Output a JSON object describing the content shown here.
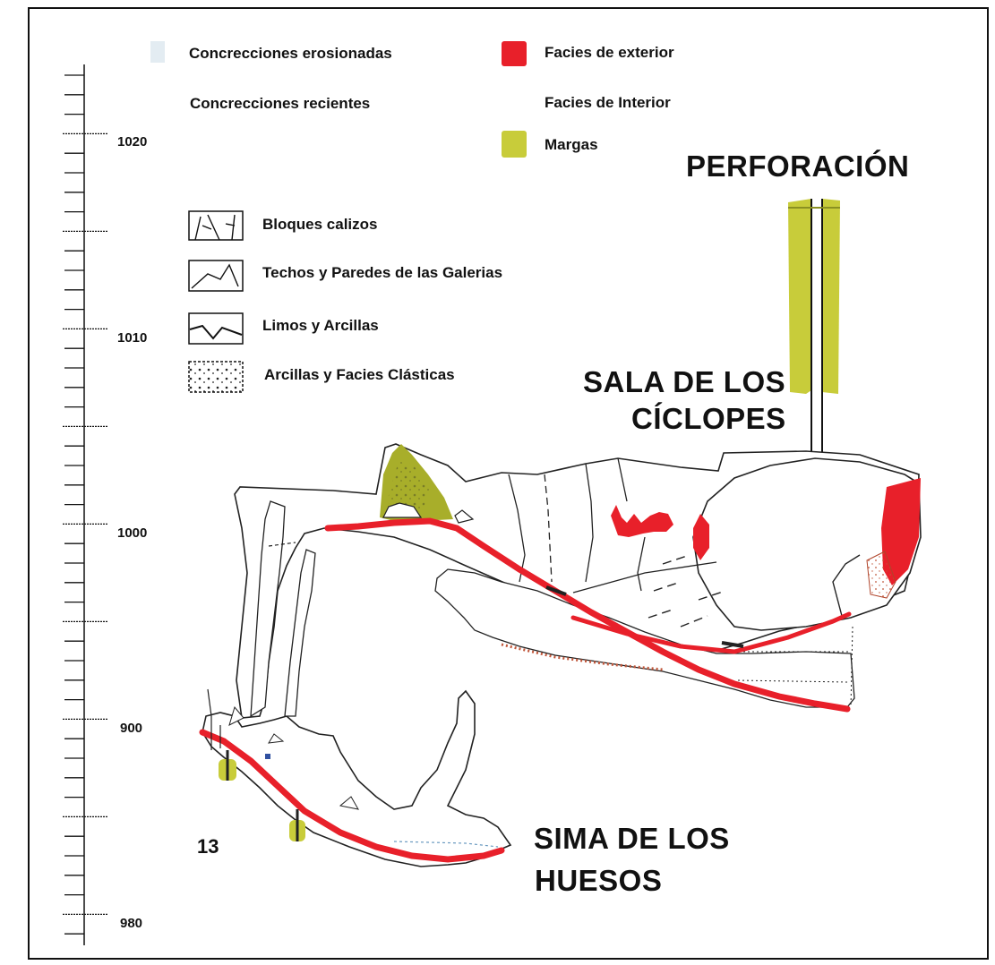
{
  "legend": {
    "erosionadas": {
      "label": "Concrecciones erosionadas",
      "color": "#e3ecf2"
    },
    "recientes": {
      "label": "Concrecciones recientes",
      "color": "#f4f4f4"
    },
    "exterior": {
      "label": "Facies de exterior",
      "color": "#e8202a"
    },
    "interior": {
      "label": "Facies de Interior",
      "color": "#f7f7f7"
    },
    "margas": {
      "label": "Margas",
      "color": "#c8cc3a"
    },
    "bloques": {
      "label": "Bloques calizos"
    },
    "techos": {
      "label": "Techos y Paredes de las Galerias"
    },
    "limos": {
      "label": "Limos y Arcillas"
    },
    "arcillas": {
      "label": "Arcillas y Facies Clásticas"
    }
  },
  "scale": {
    "labels": [
      "1020",
      "1010",
      "1000",
      "900",
      "980"
    ]
  },
  "places": {
    "perforacion": "PERFORACIÓN",
    "ciclopes_1": "SALA DE LOS",
    "ciclopes_2": "CÍCLOPES",
    "sima_1": "SIMA DE LOS",
    "sima_2": "HUESOS",
    "number": "13"
  },
  "colors": {
    "exterior": "#e8202a",
    "margas": "#c8cc3a",
    "margas_dark": "#a8ae2a",
    "clastic": "#f4c9a8"
  }
}
